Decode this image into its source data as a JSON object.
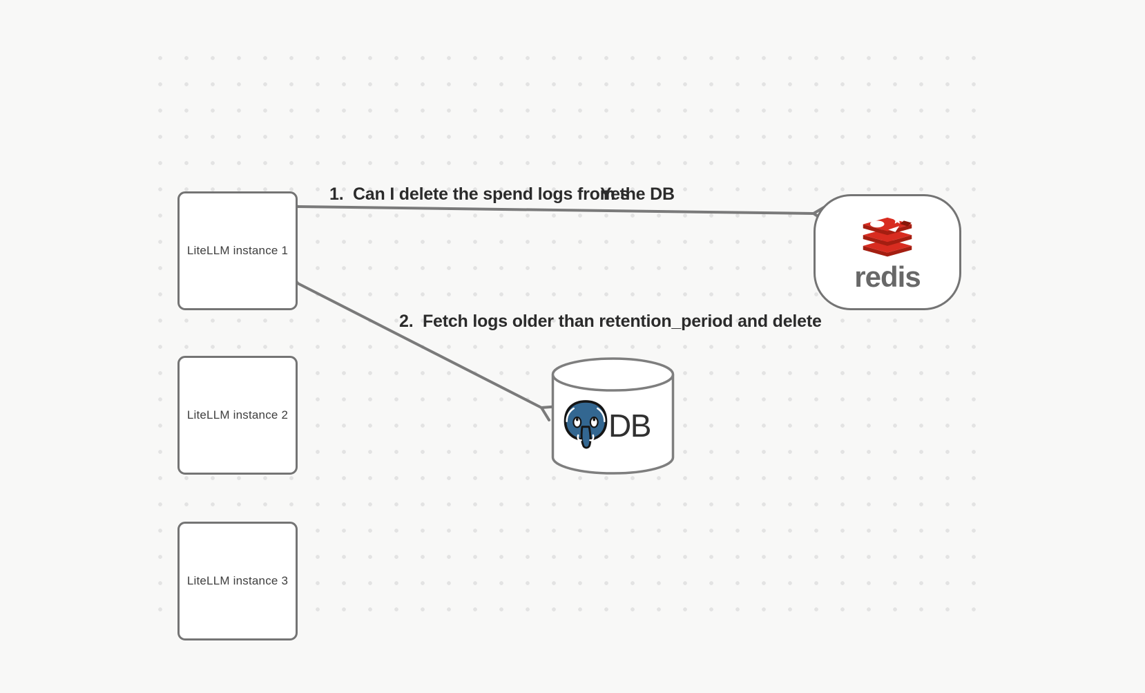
{
  "canvas": {
    "background_color": "#f8f8f7",
    "dot_color": "#e3e3e3",
    "shape_border_color": "#747474",
    "arrow_color": "#7a7a7a"
  },
  "nodes": {
    "instances": [
      {
        "label": "LiteLLM instance 1"
      },
      {
        "label": "LiteLLM instance 2"
      },
      {
        "label": "LiteLLM instance 3"
      }
    ],
    "redis": {
      "wordmark": "redis",
      "icon": "redis-stack-icon",
      "colors": {
        "red": "#d82c20",
        "dark_red": "#a41e11",
        "wordmark_gray": "#686868"
      }
    },
    "db": {
      "label": "DB",
      "icon": "postgres-elephant-icon",
      "colors": {
        "blue": "#336791"
      }
    }
  },
  "arrows": [
    {
      "label": "1.  Can I delete the spend logs from the DB",
      "response": "Yes",
      "bidirectional": true
    },
    {
      "label": "2.  Fetch logs older than retention_period and delete",
      "bidirectional": true
    }
  ]
}
